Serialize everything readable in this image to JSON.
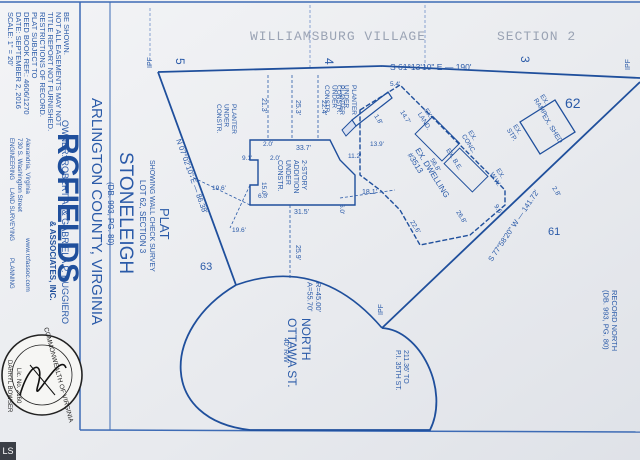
{
  "header": {
    "village": "WILLIAMSBURG VILLAGE",
    "section": "SECTION 2",
    "num_a": "5",
    "num_b": "4",
    "num_c": "3"
  },
  "titleblock": {
    "scale": "SCALE: 1\" = 20'",
    "date": "DATE: SEPTEMBER 2, 2016",
    "deed": "DEED BOOK REF.: 4606/1270",
    "notes": [
      "PLAT SUBJECT TO",
      "RESTRICTIONS OF RECORD.",
      "TITLE REPORT NOT FURNISHED.",
      "NOT ALL EASEMENTS MAY NOT",
      "BE SHOWN."
    ],
    "owner": "OWNER: ROBERT A. & GABRIELA P. RUGGIERO",
    "company": "RCFIELDS",
    "company_sub": "& ASSOCIATES, INC.",
    "svc": [
      "ENGINEERING",
      "LAND SURVEYING",
      "PLANNING"
    ],
    "address": "730 S. Washington Street",
    "city": "Alexandria, Virginia",
    "web": "www.rcfassoc.com",
    "county": "ARLINGTON COUNTY, VIRGINIA",
    "plat_title": "PLAT",
    "plat_desc": "SHOWING WALL CHECK SURVEY",
    "lot": "LOT 62, SECTION 3",
    "subdivision": "STONELEIGH",
    "db": "(DB. 993, PG. 80)"
  },
  "seal": {
    "text": "COMMONWEALTH OF VIRGINIA",
    "name": "DARRYL BOWSER",
    "lic": "Lic. No. 2160"
  },
  "plat": {
    "lot_no": "62",
    "north_line": "S 61°13'10\" E — 190'",
    "west_line": "N 07°02'10\" E — 86.38'",
    "east_line": "S 77°58'20\" W — 141.72'",
    "ipf": [
      "IPF",
      "IPF",
      "IPF"
    ],
    "planter1": "PLANTER\nUNDER\nCONSTR.",
    "planter2": "PLANTER\nUNDER\nCONSTR.",
    "planter3": "PLANTER\nUNDER\nCONSTR.",
    "addition": "2-STORY\nADDITION\nUNDER\nCONSTR.",
    "dwelling": "EX. DWELLING\n#3513",
    "ex_land": "EX.\nLAND.",
    "ex_conc": "EX.\nCONC.",
    "ex_be": "EX. B.E.",
    "ex_ww": "EX.\nW.W.",
    "ex_stp": "EX.\nSTP.",
    "ex_shed": "EX. SHED",
    "ex_ramp": "EX.\nRAMP",
    "street": "NORTH\nOTTAWA ST.",
    "row": "40' R/W",
    "curve": "R=45.00'\nA=55.70'",
    "record": "RECORD NORTH\n(DB. 993, PG. 80)",
    "to_street": "211.36' TO\nP.I. 35TH ST.",
    "lot61": "61",
    "lot63": "63",
    "dims": {
      "d1": "21.3'",
      "d2": "25.3'",
      "d3": "22.4'",
      "d4": "33.7'",
      "d5": "2.0'",
      "d6": "9.1'",
      "d7": "15.0'",
      "d8": "6.0'",
      "d9": "31.5'",
      "d10": "6.0'",
      "d11": "18.1'",
      "d12": "25.9'",
      "d13": "19.6'",
      "d14": "19.6'",
      "d15": "22.6'",
      "d16": "26.8'",
      "d17": "11.2'",
      "d18": "13.9'",
      "d19": "2.8'",
      "d20": "9.5'",
      "d21": "5.4'",
      "d22": "1.8'",
      "d23": "14.7'",
      "d24": "56.8'",
      "d25": "2.0'"
    }
  },
  "corner_label": "LS"
}
